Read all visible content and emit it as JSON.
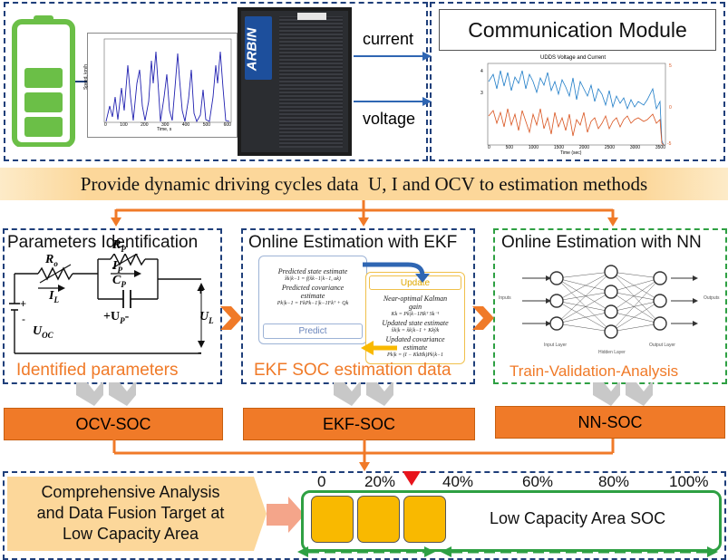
{
  "top": {
    "current_label": "current",
    "voltage_label": "voltage",
    "arbin_logo": "ARBIN",
    "small_chart": {
      "xlabel": "Time, s",
      "ylabel": "Speed, km/h",
      "x_ticks": [
        "0",
        "100",
        "200",
        "300",
        "400",
        "500",
        "600"
      ]
    },
    "comm_title": "Communication Module",
    "comm_chart": {
      "title": "UDDS Voltage and Current",
      "xlabel": "Time (sec)",
      "x_ticks": [
        "0",
        "500",
        "1000",
        "1500",
        "2000",
        "2500",
        "3000",
        "3500"
      ],
      "left_ticks": [
        "4",
        "3"
      ],
      "right_ticks": [
        "5",
        "0",
        "-5"
      ]
    }
  },
  "banner": "Provide dynamic driving cycles data  U, I and OCV to estimation methods",
  "left_panel": {
    "title": "Parameters Identification",
    "caption": "Identified parameters",
    "labels": {
      "ro": "R",
      "ro_sub": "o",
      "il": "I",
      "il_sub": "L",
      "rp": "R",
      "rp_sub": "P",
      "ip": "I",
      "ip_sub": "P",
      "cp": "C",
      "cp_sub": "P",
      "up": "+U",
      "up_sub": "P",
      "up_tail": "-",
      "uoc": "U",
      "uoc_sub": "OC",
      "ul": "U",
      "ul_sub": "L",
      "plus": "+",
      "minus": "-",
      "bat_plus": "+",
      "bat_minus": "-"
    }
  },
  "mid_panel": {
    "title": "Online Estimation with EKF",
    "caption": "EKF SOC estimation data",
    "predict_lines": [
      "Predicted state estimate",
      "x̂k|k−1 = f(x̂k−1|k−1, uk)",
      "Predicted covariance",
      "estimate",
      "Pk|k−1 = FkPk−1|k−1Fkᵀ + Qk"
    ],
    "predict_label": "Predict",
    "update_label": "Update",
    "update_lines": [
      "Near-optimal Kalman",
      "gain",
      "Kk = Pk|k−1Hkᵀ Sk⁻¹",
      "Updated state estimate",
      "x̂k|k = x̂k|k−1 + Kkỹk",
      "Updated covariance",
      "estimate",
      "Pk|k = (I − KkHk)Pk|k−1"
    ]
  },
  "right_panel": {
    "title": "Online Estimation with NN",
    "caption": "Train-Validation-Analysis",
    "nn_labels": {
      "inputs": "Inputs",
      "outputs": "Outputs",
      "input_layer": "Input Layer",
      "hidden_layer": "Hidden Layer",
      "output_layer": "Output Layer"
    }
  },
  "soc_boxes": [
    "OCV-SOC",
    "EKF-SOC",
    "NN-SOC"
  ],
  "bottom": {
    "fusion_text": [
      "Comprehensive  Analysis",
      "and Data Fusion Target at",
      "Low Capacity Area"
    ],
    "scale_labels": [
      "0",
      "20%",
      "40%",
      "60%",
      "80%",
      "100%"
    ],
    "area_label": "Low Capacity Area SOC"
  },
  "colors": {
    "orange": "#f07a28",
    "dark_blue": "#1f3f7a",
    "green": "#2ea043",
    "banner": "#fcd79a",
    "battery_green": "#6bbf47",
    "marker_red": "#e8141c",
    "yellow_box": "#f9b900"
  }
}
